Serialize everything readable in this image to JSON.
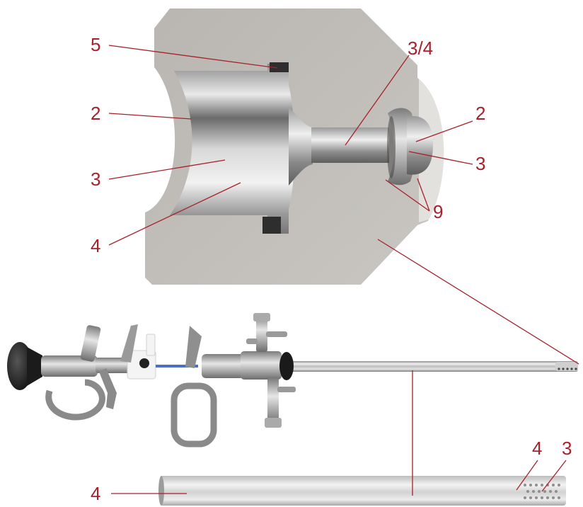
{
  "diagram": {
    "accent_color": "#a8202a",
    "callouts": {
      "l5": "5",
      "l34": "3/4",
      "l2_left": "2",
      "l2_right": "2",
      "l3_left": "3",
      "l3_right": "3",
      "l4_left": "4",
      "l9": "9",
      "l4_bottom_left": "4",
      "l4_bottom_right": "4",
      "l3_bottom_right": "3"
    },
    "parts": [
      "cross-section-block",
      "resectoscope-instrument",
      "outer-sheath-tube"
    ]
  }
}
